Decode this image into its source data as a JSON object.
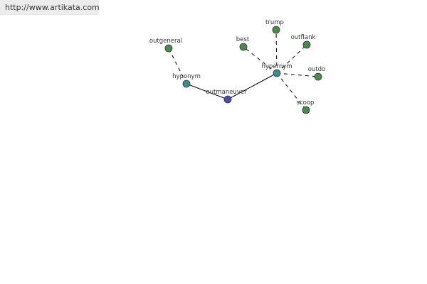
{
  "header": {
    "url": "http://www.artikata.com"
  },
  "graph": {
    "colors": {
      "center": "#4a4fa0",
      "relation": "#3f8a8a",
      "leaf": "#4a8a4a",
      "edge": "#000000",
      "node_stroke": "#333333"
    },
    "nodes": [
      {
        "id": "outmaneuver",
        "label": "outmaneuver",
        "kind": "center"
      },
      {
        "id": "hyponym",
        "label": "hyponym",
        "kind": "relation"
      },
      {
        "id": "hypernym",
        "label": "hypernym",
        "kind": "relation"
      },
      {
        "id": "outgeneral",
        "label": "outgeneral",
        "kind": "leaf"
      },
      {
        "id": "best",
        "label": "best",
        "kind": "leaf"
      },
      {
        "id": "trump",
        "label": "trump",
        "kind": "leaf"
      },
      {
        "id": "outflank",
        "label": "outflank",
        "kind": "leaf"
      },
      {
        "id": "outdo",
        "label": "outdo",
        "kind": "leaf"
      },
      {
        "id": "scoop",
        "label": "scoop",
        "kind": "leaf"
      }
    ],
    "edges": [
      {
        "from": "outmaneuver",
        "to": "hyponym",
        "style": "solid"
      },
      {
        "from": "outmaneuver",
        "to": "hypernym",
        "style": "solid"
      },
      {
        "from": "hyponym",
        "to": "outgeneral",
        "style": "dashed"
      },
      {
        "from": "hypernym",
        "to": "best",
        "style": "dashed"
      },
      {
        "from": "hypernym",
        "to": "trump",
        "style": "dashed"
      },
      {
        "from": "hypernym",
        "to": "outflank",
        "style": "dashed"
      },
      {
        "from": "hypernym",
        "to": "outdo",
        "style": "dashed"
      },
      {
        "from": "hypernym",
        "to": "scoop",
        "style": "dashed"
      }
    ]
  }
}
